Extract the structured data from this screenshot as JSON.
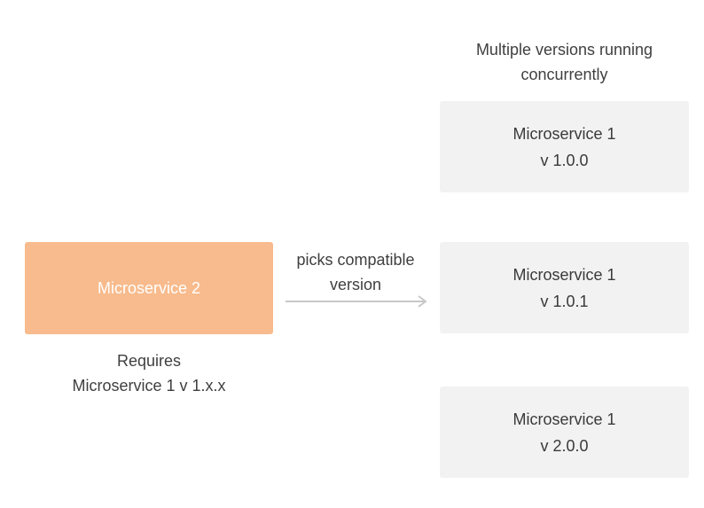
{
  "heading": {
    "line1": "Multiple versions running",
    "line2": "concurrently"
  },
  "versions": [
    {
      "name": "Microservice 1",
      "version": "v 1.0.0"
    },
    {
      "name": "Microservice 1",
      "version": "v 1.0.1"
    },
    {
      "name": "Microservice 1",
      "version": "v 2.0.0"
    }
  ],
  "client": {
    "name": "Microservice 2",
    "requirement_line1": "Requires",
    "requirement_line2": "Microservice 1 v 1.x.x",
    "color": "#f8bb8d"
  },
  "arrow": {
    "label_line1": "picks compatible",
    "label_line2": "version"
  },
  "colors": {
    "version_box": "#f2f2f2",
    "arrow": "#c8c8c8",
    "text": "#3a3a3a"
  }
}
